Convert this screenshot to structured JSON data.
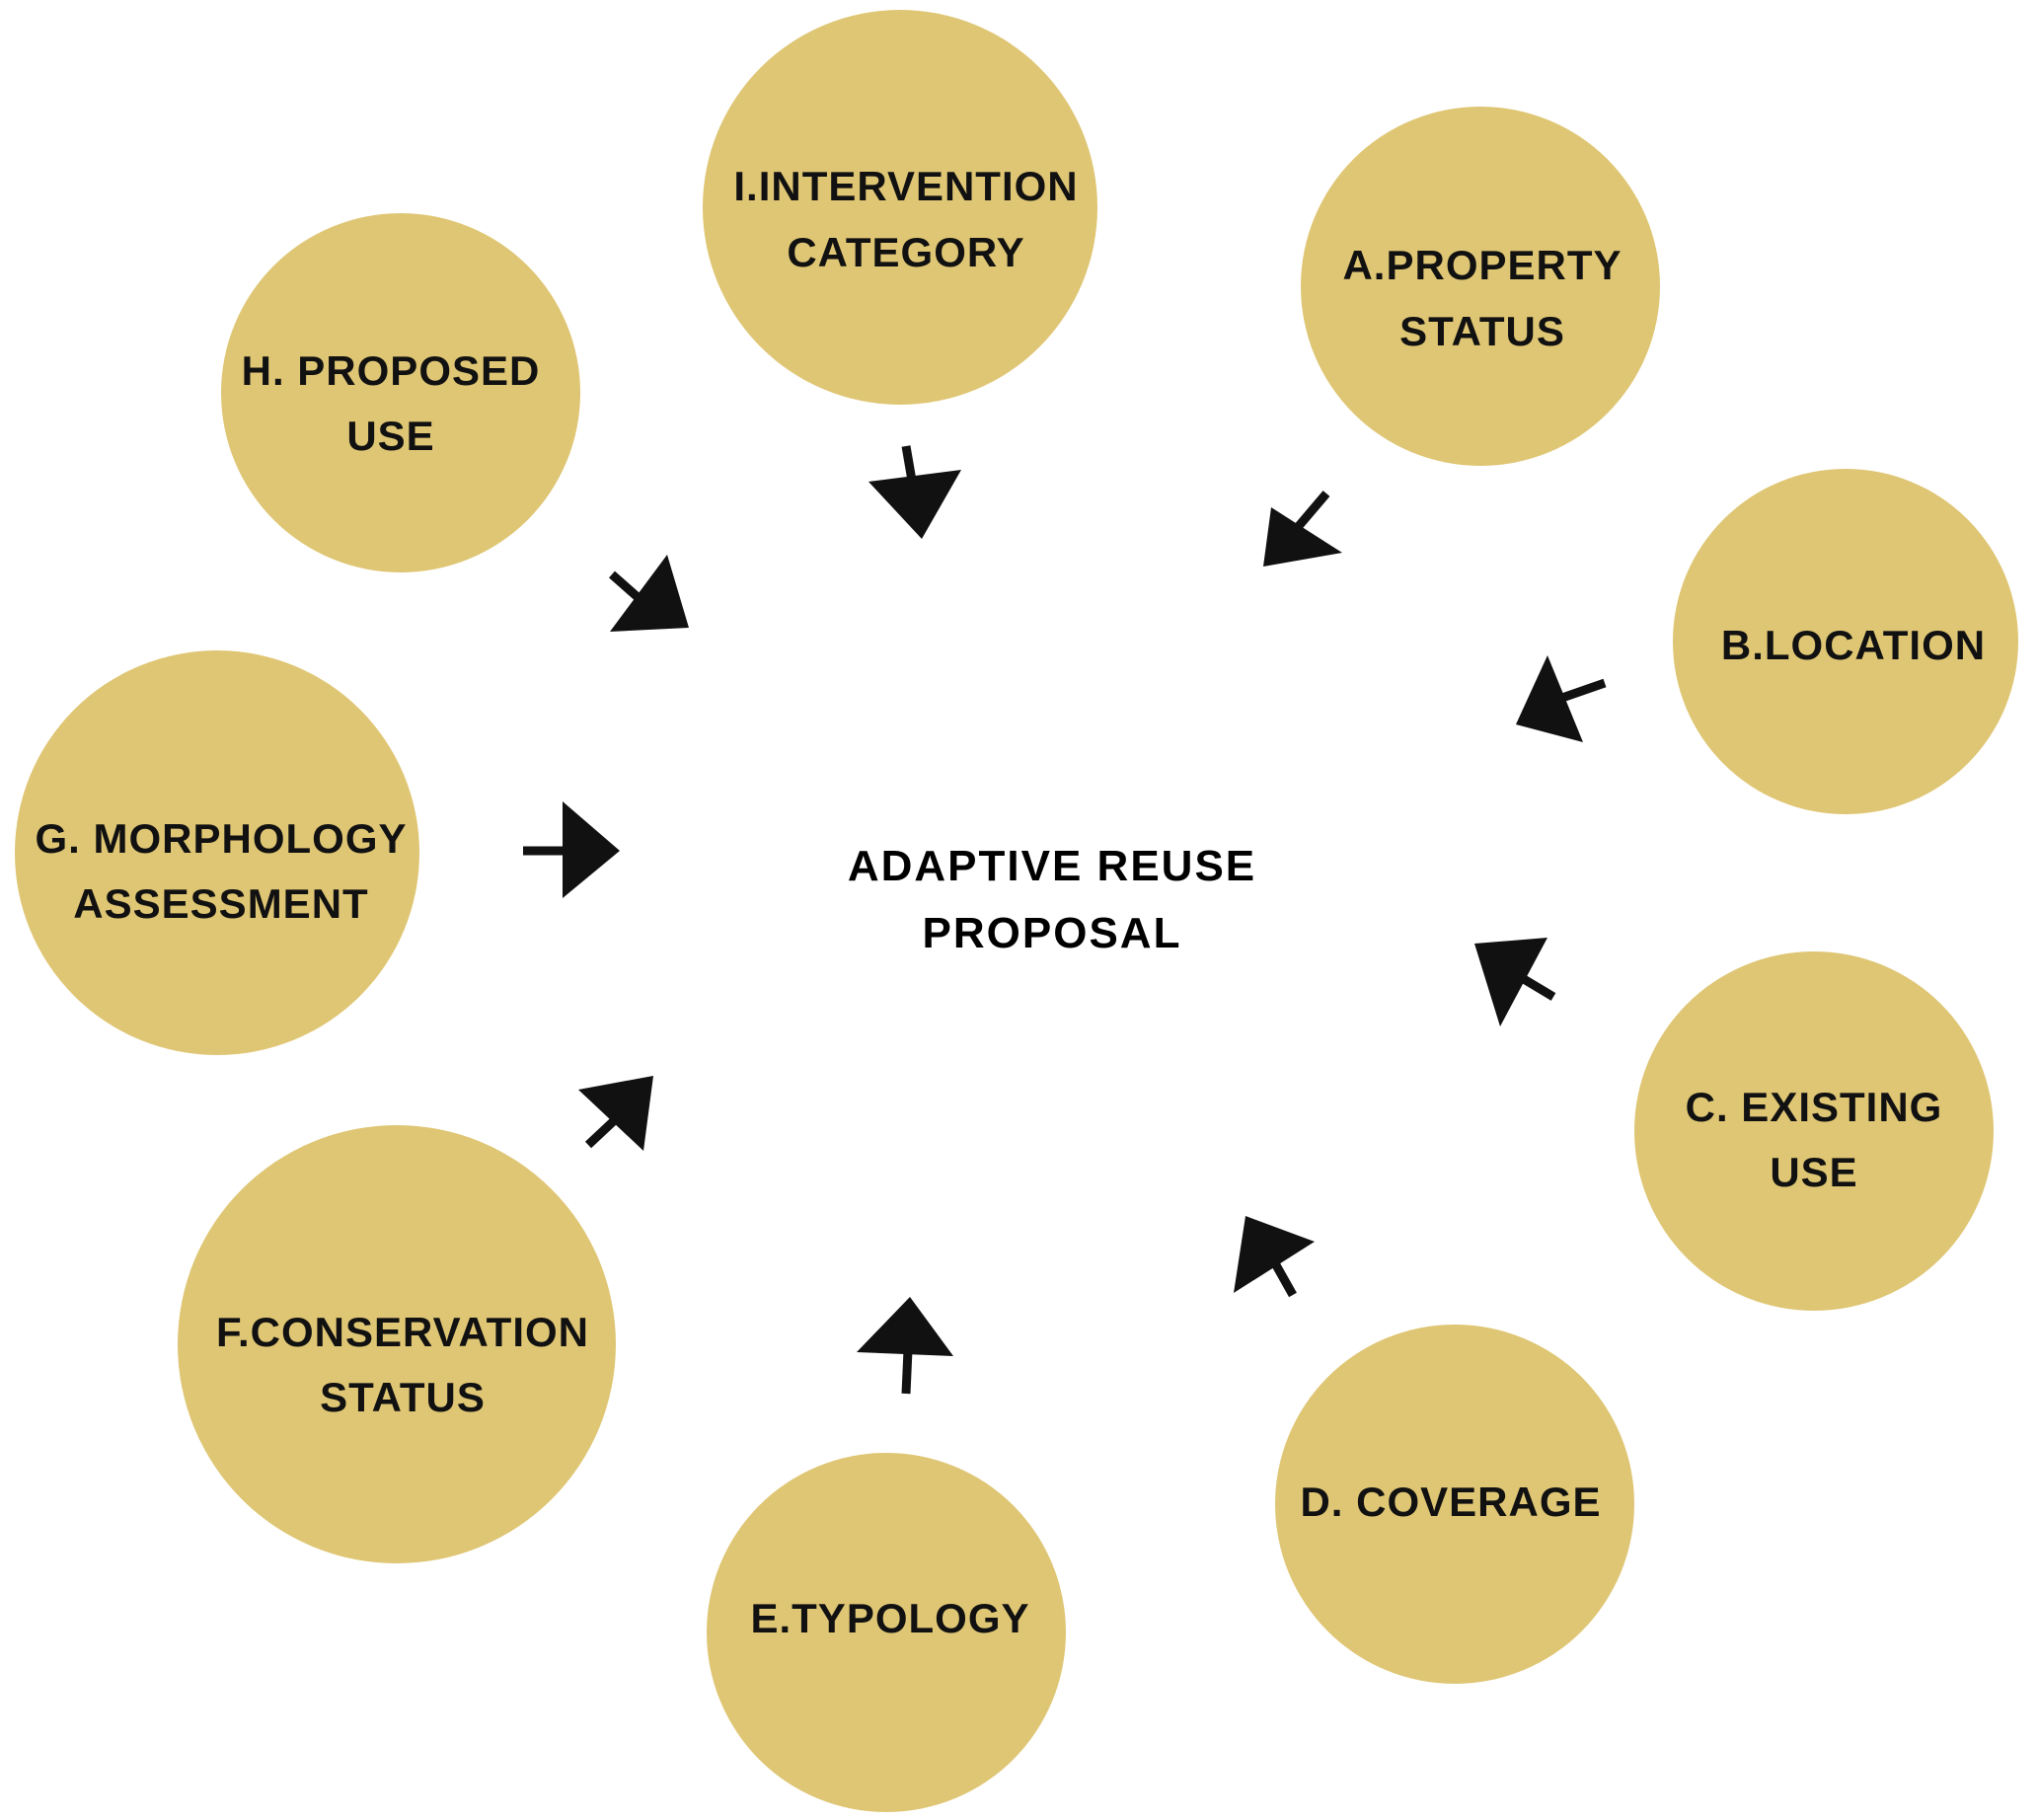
{
  "center": {
    "line1": "ADAPTIVE REUSE",
    "line2": "PROPOSAL"
  },
  "nodes": [
    {
      "id": "intervention-category",
      "line1": "I.INTERVENTION",
      "line2": "CATEGORY"
    },
    {
      "id": "property-status",
      "line1": "A.PROPERTY",
      "line2": "STATUS"
    },
    {
      "id": "location",
      "line1": "B.LOCATION",
      "line2": ""
    },
    {
      "id": "existing-use",
      "line1": "C. EXISTING",
      "line2": "USE"
    },
    {
      "id": "coverage",
      "line1": "D. COVERAGE",
      "line2": ""
    },
    {
      "id": "typology",
      "line1": "E.TYPOLOGY",
      "line2": ""
    },
    {
      "id": "conservation-status",
      "line1": "F.CONSERVATION",
      "line2": "STATUS"
    },
    {
      "id": "morphology-assessment",
      "line1": "G. MORPHOLOGY",
      "line2": "ASSESSMENT"
    },
    {
      "id": "proposed-use",
      "line1": "H. PROPOSED",
      "line2": "USE"
    }
  ],
  "colors": {
    "node_fill": "#dfc674",
    "arrow": "#111111",
    "text": "#111111",
    "background": "#ffffff"
  }
}
